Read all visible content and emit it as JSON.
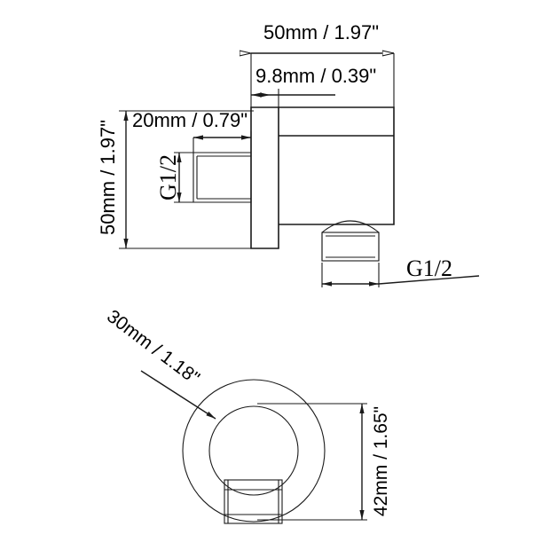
{
  "drawing": {
    "title": "Shower wall outlet elbow technical dimension drawing",
    "background_color": "#ffffff",
    "line_color": "#1a1a1a",
    "views": [
      {
        "name": "side-section-view",
        "description": "Side cross-section of wall outlet with threaded inlet and outlet nipple"
      },
      {
        "name": "front-view",
        "description": "Front view showing concentric round flange with bottom outlet nipple"
      }
    ]
  },
  "dimensions": {
    "top_width": {
      "label": "50mm / 1.97\"",
      "value_mm": 50,
      "value_in": 1.97,
      "orientation": "horizontal"
    },
    "plate_thickness": {
      "label": "9.8mm / 0.39\"",
      "value_mm": 9.8,
      "value_in": 0.39,
      "orientation": "horizontal"
    },
    "inlet_depth": {
      "label": "20mm / 0.79\"",
      "value_mm": 20,
      "value_in": 0.79,
      "orientation": "horizontal"
    },
    "flange_height": {
      "label": "50mm / 1.97\"",
      "value_mm": 50,
      "value_in": 1.97,
      "orientation": "vertical"
    },
    "inlet_thread": {
      "label": "G1/2",
      "orientation": "vertical"
    },
    "outlet_thread": {
      "label": "G1/2",
      "orientation": "horizontal"
    },
    "inner_circle_diameter": {
      "label": "30mm / 1.18\"",
      "value_mm": 30,
      "value_in": 1.18,
      "orientation": "leader-angled"
    },
    "front_height": {
      "label": "42mm / 1.65\"",
      "value_mm": 42,
      "value_in": 1.65,
      "orientation": "vertical"
    }
  }
}
